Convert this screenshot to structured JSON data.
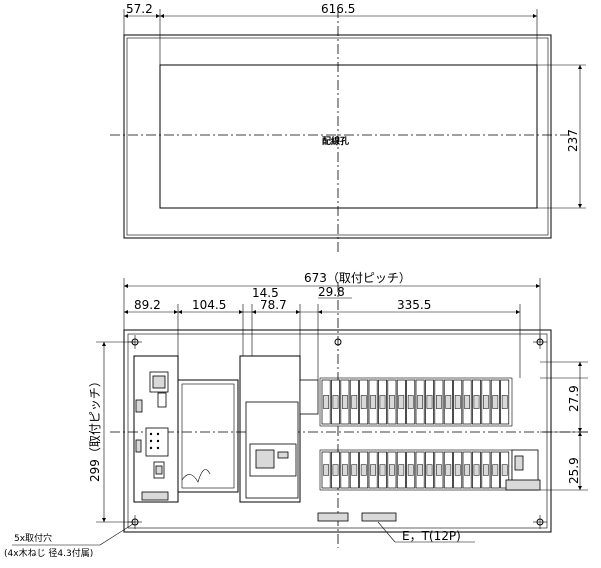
{
  "top_view": {
    "dim_left": "57.2",
    "dim_width": "616.5",
    "dim_height": "237",
    "center_label": "配線孔"
  },
  "front_view": {
    "dim_pitch": "673（取付ピッチ）",
    "dim_a": "89.2",
    "dim_b": "104.5",
    "dim_c": "14.5",
    "dim_d": "78.7",
    "dim_e": "29.8",
    "dim_f": "335.5",
    "dim_vertical_pitch": "299（取付ピッチ）",
    "dim_upper_row": "27.9",
    "dim_lower_row": "25.9",
    "hole_note_line1": "5x取付穴",
    "hole_note_line2": "(4x木ねじ 径4.3付属)",
    "terminal_label": "E，T(12P)"
  },
  "breaker_rows": {
    "upper_count": 20,
    "lower_count": 20
  }
}
